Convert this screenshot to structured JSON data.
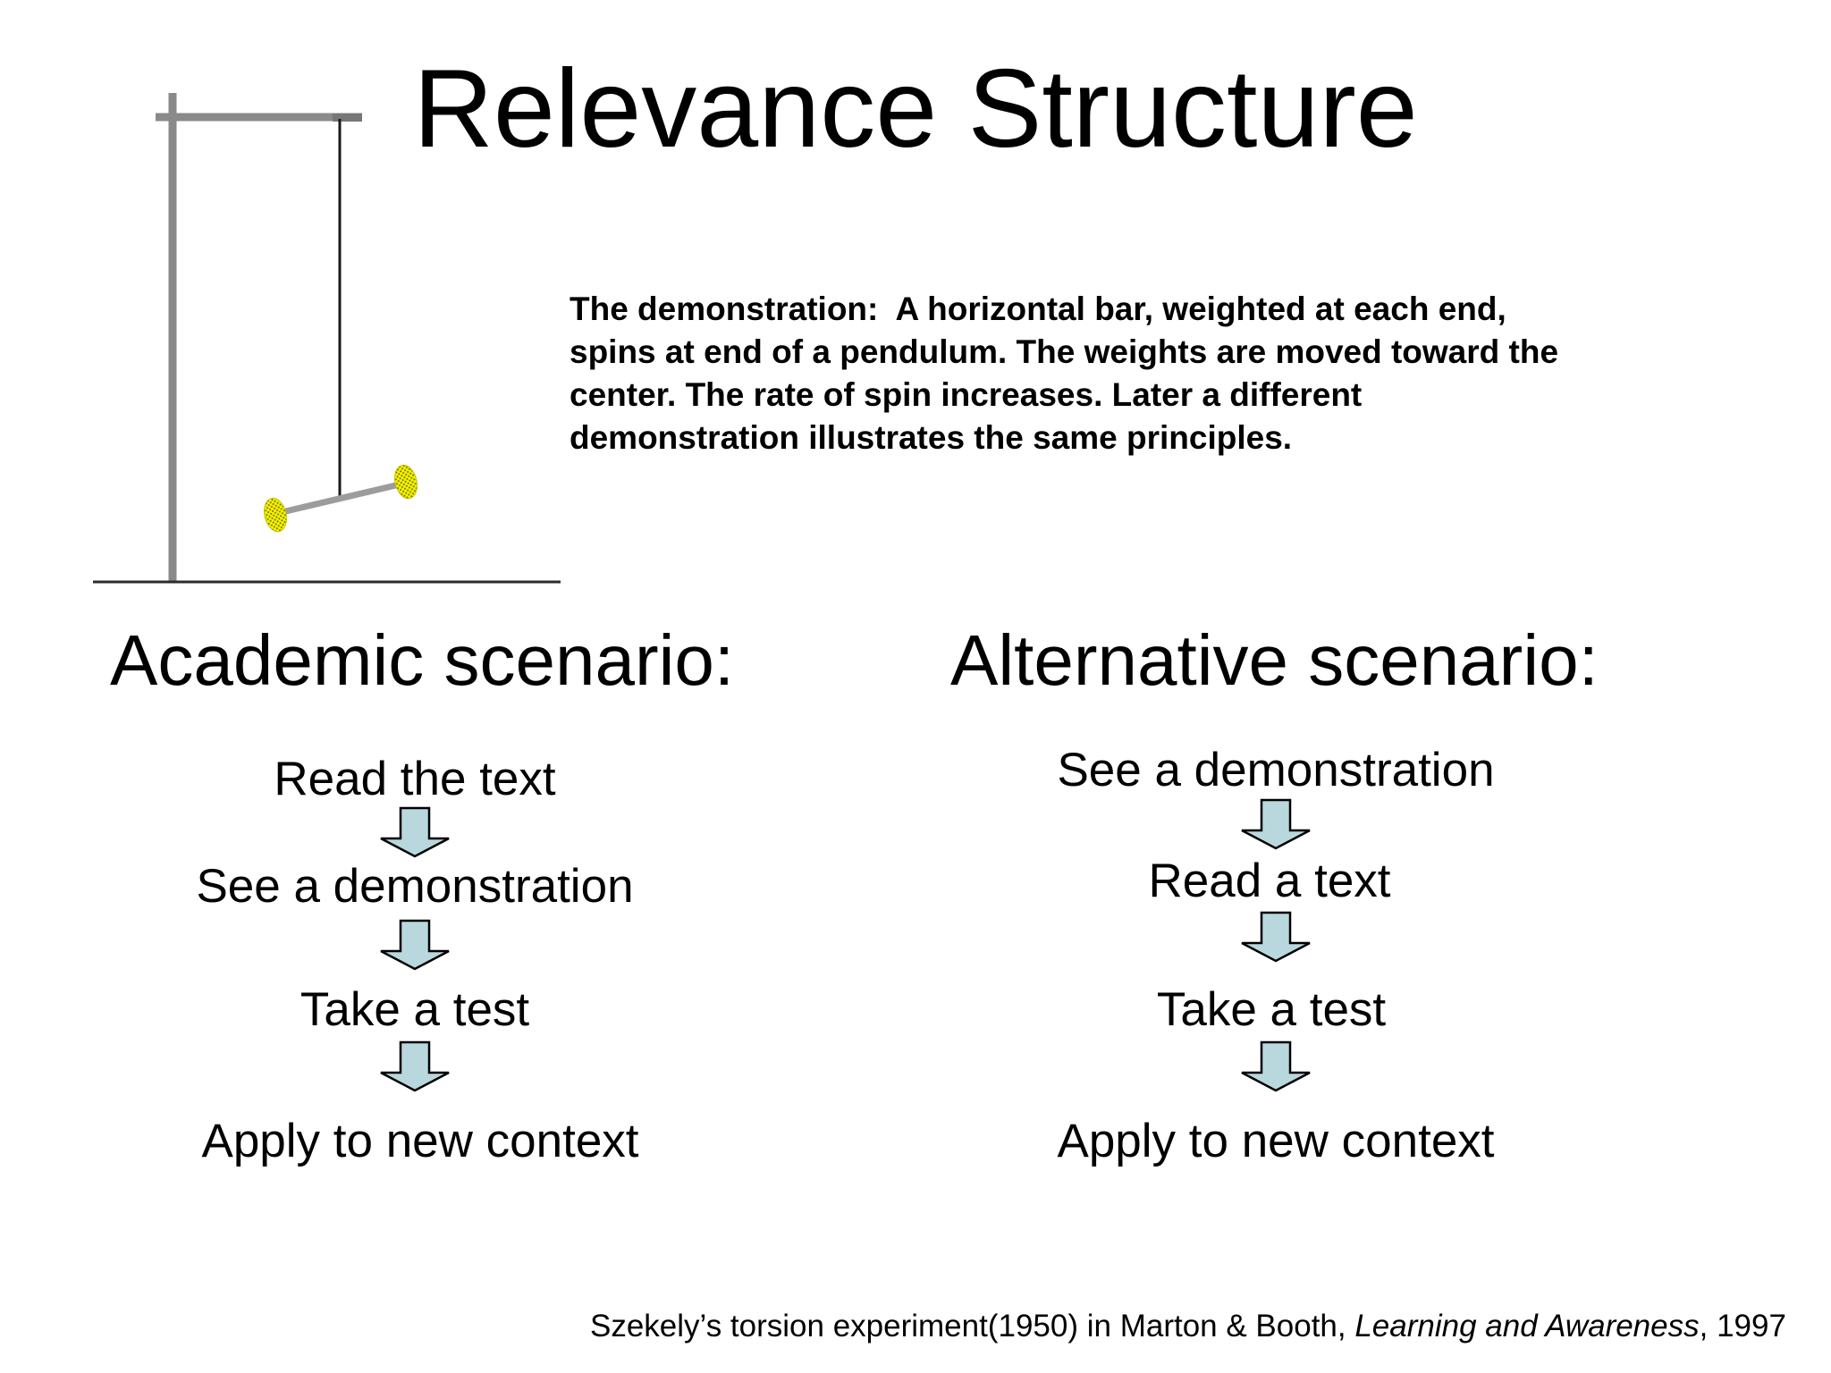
{
  "slide": {
    "title": "Relevance Structure",
    "description_lines": [
      "The demonstration:  A horizontal bar, weighted at each end,",
      "spins at end of a pendulum. The weights are moved toward the",
      "center. The rate of spin increases. Later a different",
      "demonstration illustrates the same principles."
    ],
    "columns": [
      {
        "heading": "Academic scenario:",
        "steps": [
          "Read the text",
          "See a demonstration",
          "Take a test",
          "Apply to new context"
        ]
      },
      {
        "heading": "Alternative scenario:",
        "steps": [
          "See a demonstration",
          "Read a text",
          "Take a test",
          "Apply to new context"
        ]
      }
    ],
    "footer": {
      "prefix": "Szekely’s torsion experiment(1950) in Marton & Booth, ",
      "italic_title": "Learning and Awareness",
      "suffix": ", 1997"
    },
    "diagram": {
      "name": "pendulum-torsion-demonstration",
      "weight_count": 2
    },
    "icons": {
      "step_arrow": "down-block-arrow-icon"
    },
    "colors": {
      "arrow_fill": "#b9d8dd",
      "arrow_outline": "#000000",
      "frame_gray": "#8a8a8a",
      "rod_gray": "#9c9c9c",
      "weight_yellow": "#f5f200",
      "weight_dot": "#6b6b00",
      "line_black": "#1a1a1a",
      "text_black": "#000000"
    }
  }
}
